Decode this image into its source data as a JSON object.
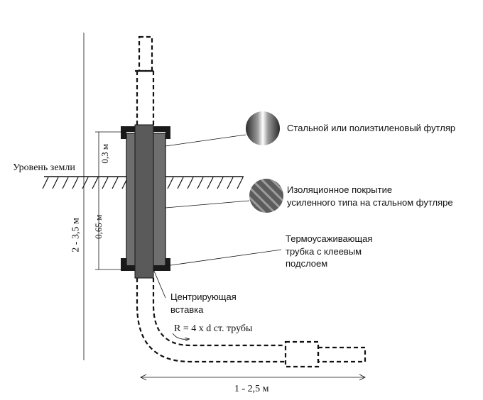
{
  "labels": {
    "ground_level": "Уровень земли",
    "dim_total_height": "2 - 3,5 м",
    "dim_upper": "0,3 м",
    "dim_lower": "0,65 м",
    "dim_horizontal": "1 - 2,5 м",
    "bend_radius": "R = 4 x d ст. трубы",
    "centering_insert": "Центрирующая\nвставка",
    "heat_shrink": "Термоусаживающая\nтрубка с клеевым\nподслоем",
    "insulation": "Изоляционное покрытие\nусиленного типа на стальном футляре",
    "sleeve": "Стальной или полиэтиленовый футляр"
  },
  "icons": {
    "sleeve_material": "steel-sphere-icon",
    "insulation_material": "hatched-sphere-icon"
  },
  "colors": {
    "line": "#111111",
    "sleeve_fill": "#6e6e6e",
    "inner_pipe_fill": "#5a5a5a",
    "cap_fill": "#1a1a1a"
  }
}
